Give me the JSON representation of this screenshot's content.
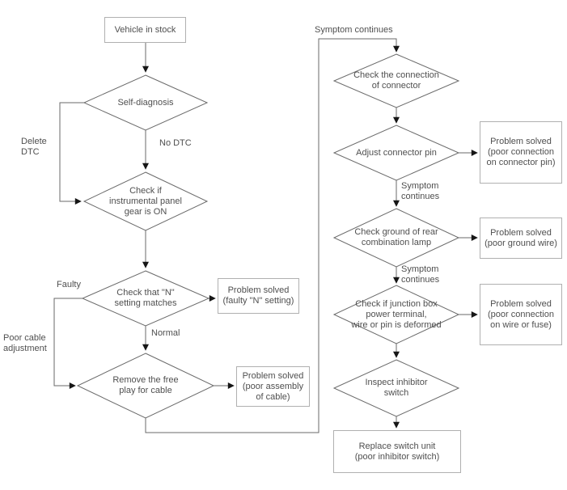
{
  "flowchart": {
    "description": "Inhibitor switch troubleshooting flowchart"
  },
  "nodes": {
    "start": "Vehicle in stock",
    "self_diagnosis": "Self-diagnosis",
    "check_panel_gear": "Check if\ninstrumental panel\ngear is ON",
    "check_n_setting": "Check that \"N\"\nsetting matches",
    "remove_free_play": "Remove the free\nplay for cable",
    "check_connector": "Check the connection\nof connector",
    "adjust_connector_pin": "Adjust connector pin",
    "check_ground_lamp": "Check ground of rear\ncombination lamp",
    "check_junction_box": "Check if junction box\npower terminal,\nwire or pin is deformed",
    "inspect_inhibitor": "Inspect inhibitor\nswitch",
    "solved_n_setting": "Problem solved\n(faulty \"N\" setting)",
    "solved_cable": "Problem solved\n(poor assembly\nof cable)",
    "solved_connector_pin": "Problem solved\n(poor connection\non connector pin)",
    "solved_ground_wire": "Problem solved\n(poor ground wire)",
    "solved_wire_fuse": "Problem solved\n(poor connection\non wire or fuse)",
    "replace_switch": "Replace switch unit\n(poor inhibitor switch)"
  },
  "edge_labels": {
    "delete_dtc": "Delete\nDTC",
    "no_dtc": "No DTC",
    "faulty": "Faulty",
    "normal": "Normal",
    "poor_cable_adjustment": "Poor cable\nadjustment",
    "symptom_continues_top": "Symptom continues",
    "symptom_continues_mid1": "Symptom\ncontinues",
    "symptom_continues_mid2": "Symptom\ncontinues"
  },
  "colors": {
    "background": "#ffffff",
    "line": "#6a6a6a",
    "box_border": "#b0b0b0",
    "text": "#4f4f4f",
    "arrowhead": "#161616"
  }
}
